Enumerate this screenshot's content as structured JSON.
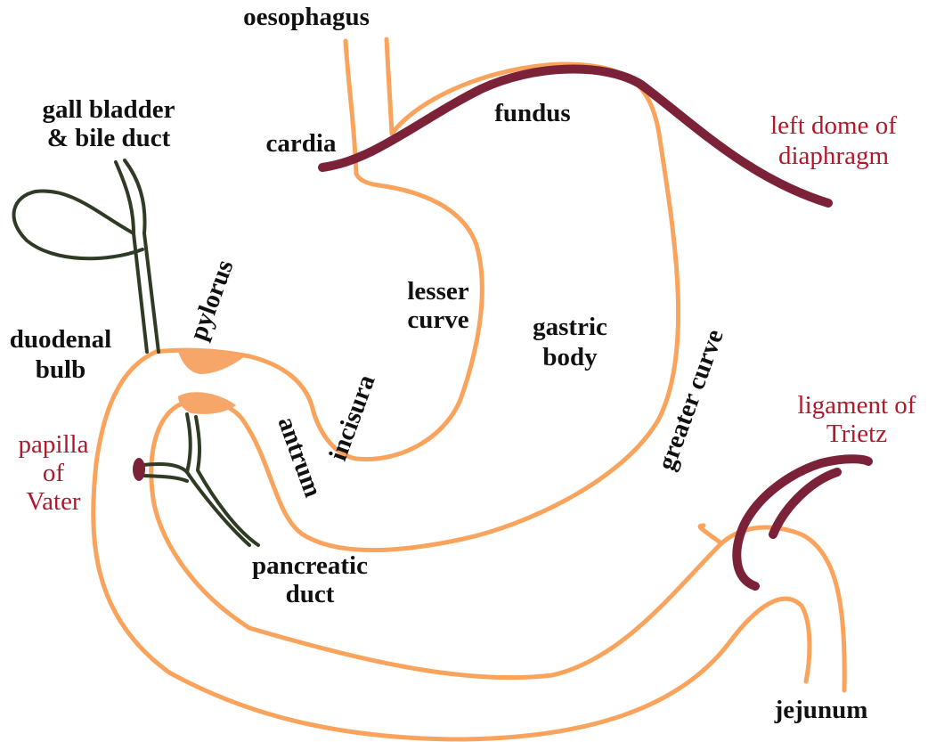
{
  "colors": {
    "gut": "#f9a35d",
    "gut_fill": "#f7a66a",
    "duct": "#2f3b24",
    "diaphragm": "#7b2238",
    "label_dark": "#111111",
    "label_red": "#b2182b"
  },
  "labels": {
    "oesophagus": "oesophagus",
    "gall_bladder_line1": "gall bladder",
    "gall_bladder_line2": "& bile duct",
    "cardia": "cardia",
    "fundus": "fundus",
    "left_dome_line1": "left dome of",
    "left_dome_line2": "diaphragm",
    "pylorus": "pylorus",
    "lesser_curve_line1": "lesser",
    "lesser_curve_line2": "curve",
    "gastric_body_line1": "gastric",
    "gastric_body_line2": "body",
    "greater_curve": "greater curve",
    "duodenal_bulb_line1": "duodenal",
    "duodenal_bulb_line2": "bulb",
    "incisura": "incisura",
    "antrum": "antrum",
    "papilla_line1": "papilla",
    "papilla_line2": "of",
    "papilla_line3": "Vater",
    "ligament_line1": "ligament of",
    "ligament_line2": "Trietz",
    "pancreatic_duct_line1": "pancreatic",
    "pancreatic_duct_line2": "duct",
    "jejunum": "jejunum"
  }
}
